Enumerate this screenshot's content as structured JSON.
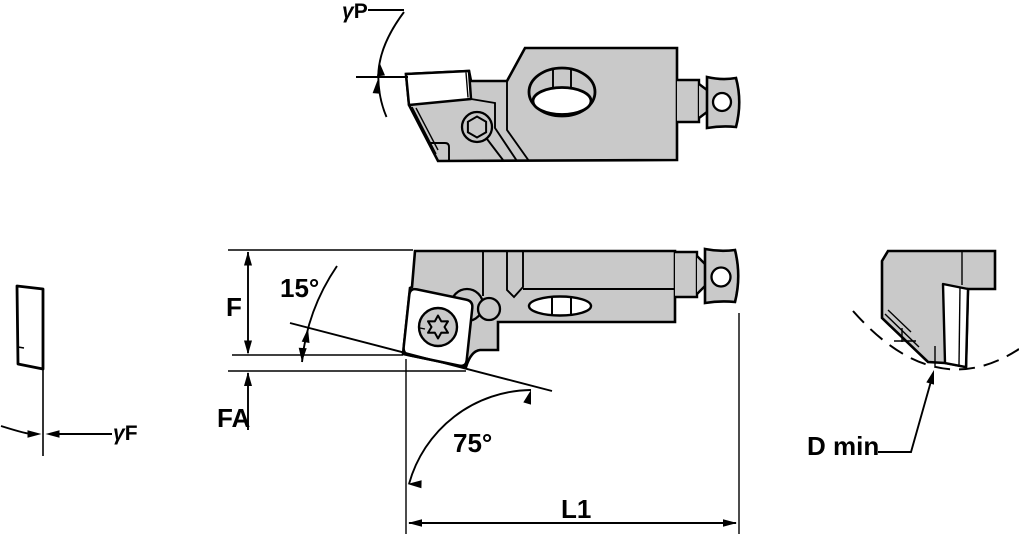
{
  "drawing": {
    "type": "engineering-line-drawing",
    "colors": {
      "body_gray": "#c9c9c9",
      "line": "#000000",
      "background": "#ffffff"
    },
    "labels": {
      "back_rake": {
        "symbol": "γ",
        "letter": "P"
      },
      "front_rake": {
        "symbol": "γ",
        "letter": "F"
      },
      "shear_angle": "15°",
      "lead_angle": "75°",
      "dim_f": "F",
      "dim_fa": "FA",
      "dim_l1": "L1",
      "min_bore": "D min"
    }
  }
}
